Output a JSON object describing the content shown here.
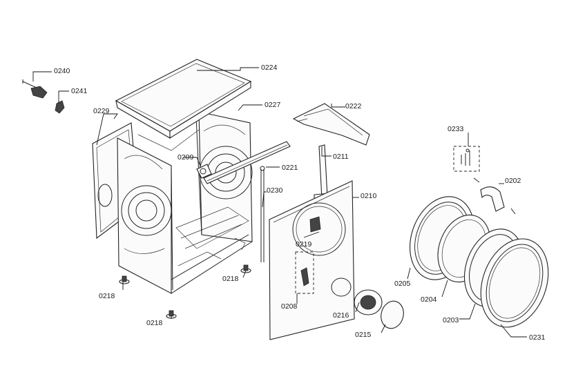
{
  "diagram": {
    "parts": [
      {
        "id": "p0240",
        "number": "0240"
      },
      {
        "id": "p0241",
        "number": "0241"
      },
      {
        "id": "p0224",
        "number": "0224"
      },
      {
        "id": "p0229",
        "number": "0229"
      },
      {
        "id": "p0227",
        "number": "0227"
      },
      {
        "id": "p0222",
        "number": "0222"
      },
      {
        "id": "p0209",
        "number": "0209"
      },
      {
        "id": "p0221",
        "number": "0221"
      },
      {
        "id": "p0211",
        "number": "0211"
      },
      {
        "id": "p0233",
        "number": "0233"
      },
      {
        "id": "p0230",
        "number": "0230"
      },
      {
        "id": "p0210",
        "number": "0210"
      },
      {
        "id": "p0202",
        "number": "0202"
      },
      {
        "id": "p0219",
        "number": "0219"
      },
      {
        "id": "p0218a",
        "number": "0218"
      },
      {
        "id": "p0218b",
        "number": "0218"
      },
      {
        "id": "p0218c",
        "number": "0218"
      },
      {
        "id": "p0205",
        "number": "0205"
      },
      {
        "id": "p0208",
        "number": "0208"
      },
      {
        "id": "p0204",
        "number": "0204"
      },
      {
        "id": "p0216",
        "number": "0216"
      },
      {
        "id": "p0203",
        "number": "0203"
      },
      {
        "id": "p0215",
        "number": "0215"
      },
      {
        "id": "p0231",
        "number": "0231"
      }
    ]
  }
}
